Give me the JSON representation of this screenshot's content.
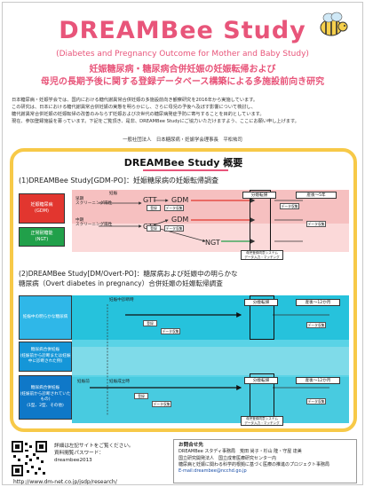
{
  "header": {
    "title": "DREAMBee Study",
    "subtitle_en": "(Diabetes and Pregnancy Outcome for Mother and Baby Study)",
    "subtitle_jp_1": "妊娠糖尿病・糖尿病合併妊娠の妊娠転帰および",
    "subtitle_jp_2": "母児の長期予後に関する登録データベース構築による多施設前向き研究"
  },
  "intro": {
    "lines": [
      "日本糖尿病・妊娠学会では、国内における糖代謝異常合併妊娠の多施設前向き観察研究を2016年から実施しています。",
      "この研究は、日本における糖代謝異常合併妊娠の実態を明らかにし、さらに母児の予後へ及ぼす影響について検討し、",
      "糖代謝異常合併妊娠の妊娠転帰の改善のみならず妊娠および次世代の糖尿病発症予防に寄与することを目的としています。",
      "現在、参加登録施設を募っています。下記をご覧頂き、是非、DREAMBee Studyにご協力いただけますよう、ここにお願い申し上げます。"
    ],
    "signature": "一般社団法人　日本糖尿病・妊娠学会理事長　平松祐司"
  },
  "overview": {
    "title": "DREAMBee Study 概要",
    "section1": "(1)DREAMBee Study[GDM-PO]：妊娠糖尿病の妊娠転帰調査",
    "section2_line1": "(2)DREAMBee Study[DM/Overt-PO]：糖尿病および妊娠中の明らかな",
    "section2_line2": "糖尿病（Overt diabetes in pregnancy）合併妊娠の妊娠転帰調査"
  },
  "diagram1": {
    "box_gdm": "妊娠糖尿病\n(GDM)",
    "box_ngt": "正常耐糖能\n(NGT)",
    "label_pregnancy": "妊娠",
    "label_early": "早期\nスクリーニング陽性",
    "label_midterm": "中期\nスクリーニング陽性",
    "gtt1": "GTT",
    "gdm": "GDM",
    "gtt2": "GTT",
    "gdm2": "GDM",
    "ngt": "NGT",
    "col_delivery": "分娩転帰",
    "col_postpartum": "産後〜5年",
    "mini_register": "登録",
    "mini_data": "データ収集",
    "db": "母児登録同意システム\nデータ入力・マッチング"
  },
  "diagram2": {
    "band1_label": "妊娠中の明らかな糖尿病",
    "box_overt": "糖尿病合併妊娠\n(妊娠前から診断または妊娠中に診断された例)",
    "box_dm": "糖尿病合併妊娠\n(妊娠前から診断されていたもの)\n(1型、2型、その他)",
    "label_diagnosis": "妊娠中診断時",
    "label_pregnancy": "妊娠前",
    "label_establish": "妊娠成立時",
    "col_delivery": "分娩転帰",
    "col_postpartum": "産後〜12か月",
    "col_delivery2": "分娩転帰",
    "col_postpartum2": "産後〜12か月",
    "mini_register": "登録",
    "mini_data": "データ収集",
    "db": "母児登録同意システム\nデータ入力・マッチング"
  },
  "footer": {
    "note_line1": "詳細は左記サイトをご覧ください。",
    "note_line2": "資料閲覧パスワード：",
    "note_line3": "dreambee2013",
    "url": "http://www.dm-net.co.jp/jsdp/research/",
    "contact_title": "お問合せ先",
    "contact_line1": "DREAMBee スタディ事務局　荒田 尚子・杉山 隆・守屋 達美",
    "contact_line2": "国立研究開発法人　国立成育医療研究センター内",
    "contact_line3": "糖尿病と妊娠に関わる科学的根拠に基づく医療の推進のプロジェクト事務局",
    "contact_mail": "E-mail:dreambee@ncchd.go.jp"
  },
  "colors": {
    "title_pink": "#e8557a",
    "frame_yellow": "#f7c948",
    "gdm_red": "#e2362f",
    "ngt_green": "#21a04a",
    "cyan": "#26c2dc"
  }
}
